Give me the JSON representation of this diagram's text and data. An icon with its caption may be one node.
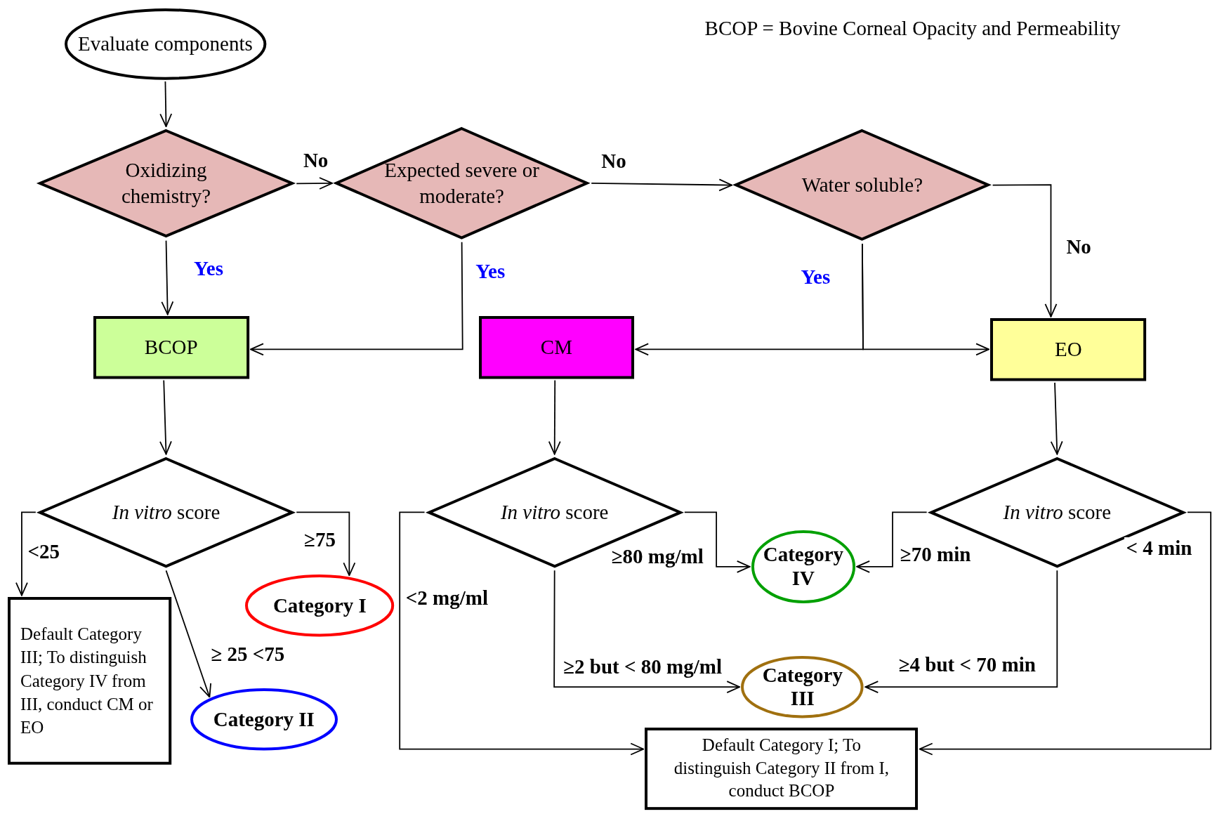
{
  "diagram": {
    "nodes": [
      {
        "text": [
          "Evaluate components"
        ]
      },
      {
        "text": [
          "Oxidizing chemistry?"
        ]
      },
      {
        "text": [
          "Expected severe or moderate?"
        ]
      },
      {
        "text": [
          "Water soluble?"
        ]
      },
      {
        "text": [
          "BCOP"
        ]
      },
      {
        "text": [
          "CM"
        ]
      },
      {
        "text": [
          "EO"
        ]
      },
      {
        "text": [
          "*In vitro* score"
        ]
      },
      {
        "text": [
          "*In vitro* score"
        ]
      },
      {
        "text": [
          "*In vitro* score"
        ]
      },
      {
        "text": [
          "Default Category III; To distinguish Category IV from III, conduct CM or EO"
        ]
      },
      {
        "text": [
          "Category I"
        ]
      },
      {
        "text": [
          "Category II"
        ]
      },
      {
        "text": [
          "Category IV"
        ]
      },
      {
        "text": [
          "Category III"
        ]
      },
      {
        "text": [
          "Default Category I; To distinguish Category II from I, conduct BCOP"
        ]
      }
    ],
    "edges": [
      {
        "from": 0,
        "to": 1,
        "arrow": "to"
      },
      {
        "from": 1,
        "to": 2,
        "arrow": "to",
        "label": "No"
      },
      {
        "from": 2,
        "to": 3,
        "arrow": "to",
        "label": "No"
      },
      {
        "from": 1,
        "to": 4,
        "arrow": "to",
        "label": "Yes"
      },
      {
        "from": 2,
        "to": 4,
        "arrow": "to",
        "label": "Yes"
      },
      {
        "from": 3,
        "to": 5,
        "arrow": "to",
        "label": "Yes"
      },
      {
        "from": 3,
        "to": 6,
        "arrow": "to"
      },
      {
        "from": 3,
        "to": 6,
        "arrow": "to",
        "label": "No"
      },
      {
        "from": 4,
        "to": 7,
        "arrow": "to"
      },
      {
        "from": 5,
        "to": 8,
        "arrow": "to"
      },
      {
        "from": 6,
        "to": 9,
        "arrow": "to"
      },
      {
        "from": 7,
        "to": 10,
        "arrow": "to",
        "label": "<25"
      },
      {
        "from": 7,
        "to": 11,
        "arrow": "to",
        "label": "≥75"
      },
      {
        "from": 7,
        "to": 12,
        "arrow": "to",
        "label": "≥ 25 <75"
      },
      {
        "from": 8,
        "to": 15,
        "arrow": "to",
        "label": "<2 mg/ml"
      },
      {
        "from": 8,
        "to": 13,
        "arrow": "to",
        "label": "≥80 mg/ml"
      },
      {
        "from": 8,
        "to": 14,
        "arrow": "to",
        "label": "≥2 but < 80 mg/ml"
      },
      {
        "from": 9,
        "to": 13,
        "arrow": "to",
        "label": "≥70 min"
      },
      {
        "from": 9,
        "to": 14,
        "arrow": "to",
        "label": "≥4 but < 70 min"
      },
      {
        "from": 9,
        "to": 15,
        "arrow": "to",
        "label": "< 4 min"
      }
    ],
    "labels": [
      "BCOP = Bovine Corneal Opacity and Permeability"
    ]
  }
}
